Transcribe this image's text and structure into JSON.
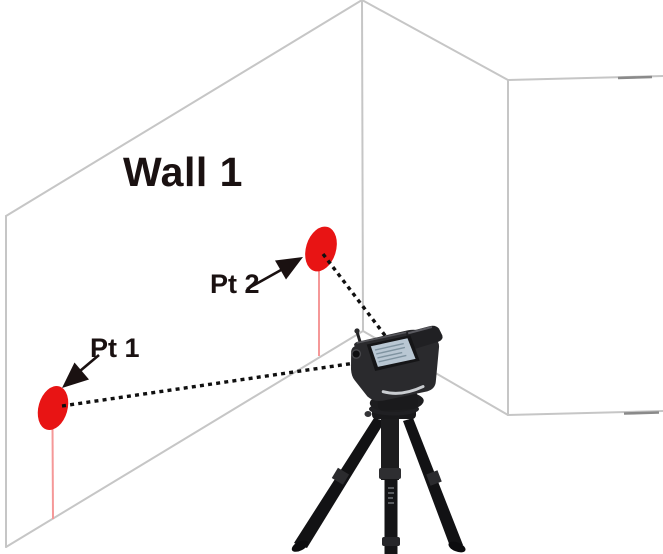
{
  "diagram": {
    "labels": {
      "wall1": "Wall 1",
      "pt1": "Pt 1",
      "pt2": "Pt 2"
    },
    "colors": {
      "background": "#ffffff",
      "wall_outline": "#c6c6c6",
      "wall_outline_dark": "#8a8a8a",
      "target_marker_red": "#e81414",
      "plumb_line_pink": "#f59898",
      "sight_line_black": "#101010",
      "label_text": "#1a1111",
      "device_body": "#2a2a2d",
      "device_screen": "#b9c7d3",
      "tripod_black": "#131315"
    },
    "equipment_icon": "laser-scanner-on-tripod"
  }
}
